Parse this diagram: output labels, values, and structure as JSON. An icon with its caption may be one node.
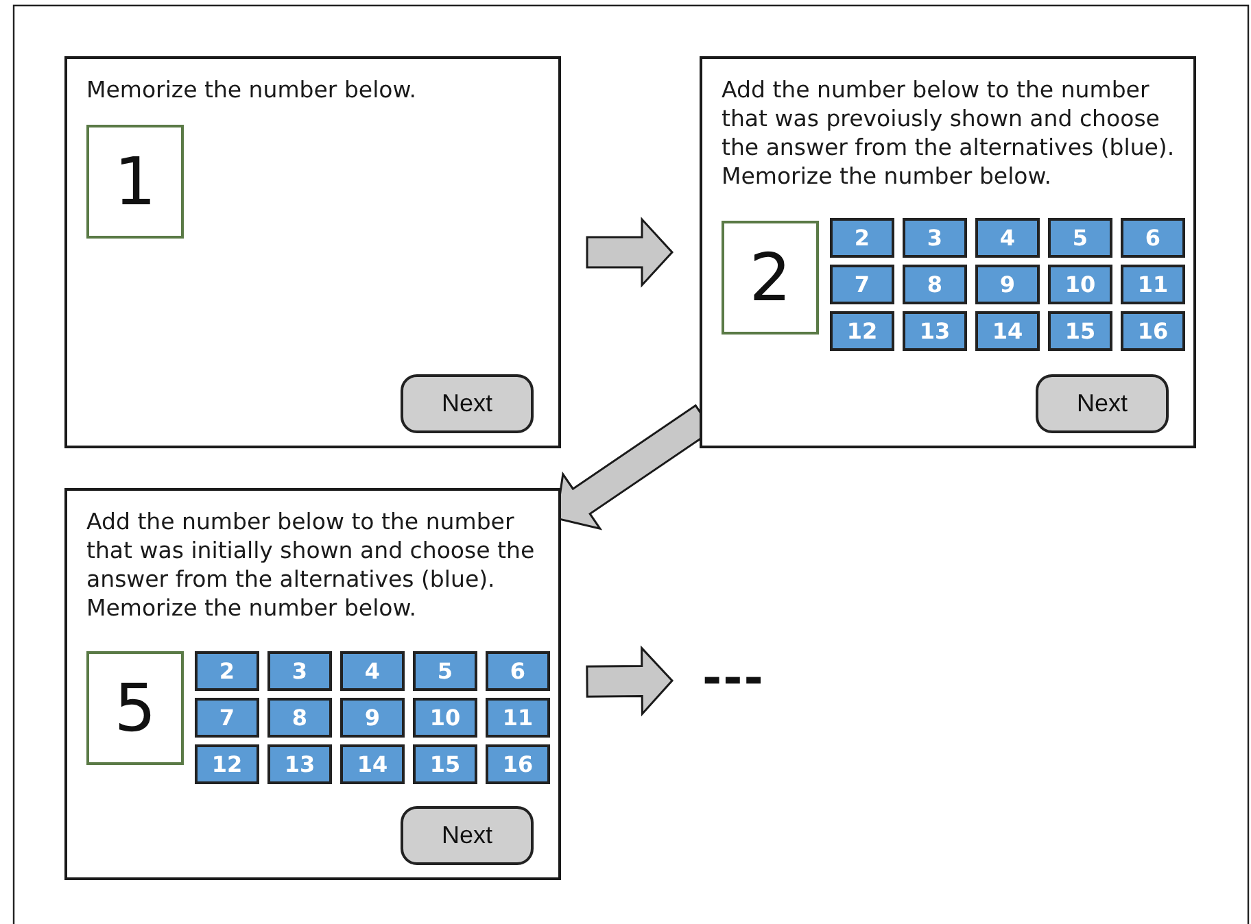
{
  "diagram": {
    "nodes": [
      {
        "text": [
          "Memorize the number below."
        ]
      },
      {
        "text": [
          "1"
        ],
        "in": 0
      },
      {
        "text": [
          "Next"
        ],
        "in": 0
      },
      {
        "text": [
          "Add the number below to the number that was prevoiusly shown and choose the answer from the alternatives (blue). Memorize the number below."
        ]
      },
      {
        "text": [
          "2"
        ],
        "in": 3
      },
      {
        "text": [
          "2"
        ],
        "in": 3
      },
      {
        "text": [
          "3"
        ],
        "in": 3
      },
      {
        "text": [
          "4"
        ],
        "in": 3
      },
      {
        "text": [
          "5"
        ],
        "in": 3
      },
      {
        "text": [
          "6"
        ],
        "in": 3
      },
      {
        "text": [
          "7"
        ],
        "in": 3
      },
      {
        "text": [
          "8"
        ],
        "in": 3
      },
      {
        "text": [
          "9"
        ],
        "in": 3
      },
      {
        "text": [
          "10"
        ],
        "in": 3
      },
      {
        "text": [
          "11"
        ],
        "in": 3
      },
      {
        "text": [
          "12"
        ],
        "in": 3
      },
      {
        "text": [
          "13"
        ],
        "in": 3
      },
      {
        "text": [
          "14"
        ],
        "in": 3
      },
      {
        "text": [
          "15"
        ],
        "in": 3
      },
      {
        "text": [
          "16"
        ],
        "in": 3
      },
      {
        "text": [
          "Next"
        ],
        "in": 3
      },
      {
        "text": [
          "Add the number below to the number that was initially shown and choose the answer from the alternatives (blue). Memorize the number below."
        ]
      },
      {
        "text": [
          "5"
        ],
        "in": 21
      },
      {
        "text": [
          "2"
        ],
        "in": 21
      },
      {
        "text": [
          "3"
        ],
        "in": 21
      },
      {
        "text": [
          "4"
        ],
        "in": 21
      },
      {
        "text": [
          "5"
        ],
        "in": 21
      },
      {
        "text": [
          "6"
        ],
        "in": 21
      },
      {
        "text": [
          "7"
        ],
        "in": 21
      },
      {
        "text": [
          "8"
        ],
        "in": 21
      },
      {
        "text": [
          "9"
        ],
        "in": 21
      },
      {
        "text": [
          "10"
        ],
        "in": 21
      },
      {
        "text": [
          "11"
        ],
        "in": 21
      },
      {
        "text": [
          "12"
        ],
        "in": 21
      },
      {
        "text": [
          "13"
        ],
        "in": 21
      },
      {
        "text": [
          "14"
        ],
        "in": 21
      },
      {
        "text": [
          "15"
        ],
        "in": 21
      },
      {
        "text": [
          "16"
        ],
        "in": 21
      },
      {
        "text": [
          "Next"
        ],
        "in": 21
      },
      {
        "text": [
          "---"
        ]
      }
    ],
    "edges": [
      {
        "from": 0,
        "to": 3,
        "arrow": "to"
      },
      {
        "from": 3,
        "to": 21,
        "arrow": "to"
      },
      {
        "from": 21,
        "to": 39,
        "arrow": "to"
      }
    ]
  }
}
